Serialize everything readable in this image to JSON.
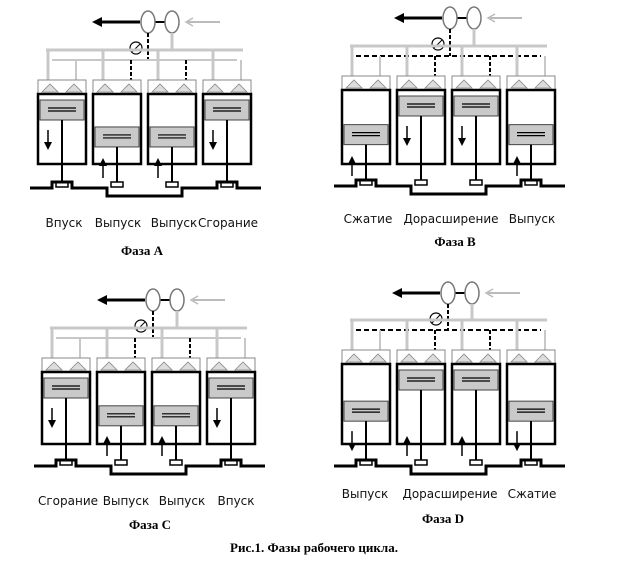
{
  "phases": [
    {
      "id": "A",
      "title": "Фаза A",
      "labels": [
        "Впуск",
        "Выпуск",
        "Выпуск",
        "Сгорание"
      ],
      "pistons": [
        "up",
        "down",
        "down",
        "up"
      ],
      "arrows": [
        "down",
        "up",
        "up",
        "down"
      ]
    },
    {
      "id": "B",
      "title": "Фаза B",
      "labels": [
        "Сжатие",
        "Дорасширение",
        "Выпуск"
      ],
      "pistons": [
        "down",
        "up",
        "up",
        "down"
      ],
      "arrows": [
        "up",
        "down",
        "down",
        "up"
      ]
    },
    {
      "id": "C",
      "title": "Фаза C",
      "labels": [
        "Сгорание",
        "Выпуск",
        "Выпуск",
        "Впуск"
      ],
      "pistons": [
        "up",
        "down",
        "down",
        "up"
      ],
      "arrows": [
        "down",
        "up",
        "up",
        "down"
      ]
    },
    {
      "id": "D",
      "title": "Фаза D",
      "labels": [
        "Выпуск",
        "Дорасширение",
        "Сжатие"
      ],
      "pistons": [
        "down",
        "up",
        "up",
        "down"
      ],
      "arrows": [
        "down",
        "up",
        "up",
        "down"
      ]
    }
  ],
  "caption": "Рис.1. Фазы рабочего цикла."
}
